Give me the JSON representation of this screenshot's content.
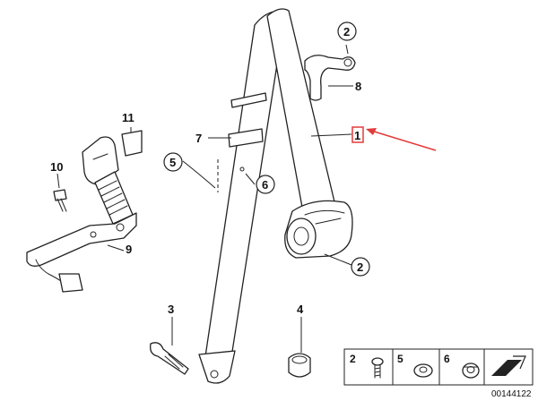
{
  "callouts": {
    "c1": "1",
    "c2a": "2",
    "c2b": "2",
    "c3": "3",
    "c4": "4",
    "c5": "5",
    "c6": "6",
    "c7": "7",
    "c8": "8",
    "c9": "9",
    "c10": "10",
    "c11": "11"
  },
  "legend": {
    "items": [
      "2",
      "5",
      "6"
    ]
  },
  "diagram_id": "00144122",
  "colors": {
    "arrow": "#e23b3b",
    "highlight_box": "#e23b3b",
    "line": "#222222"
  }
}
